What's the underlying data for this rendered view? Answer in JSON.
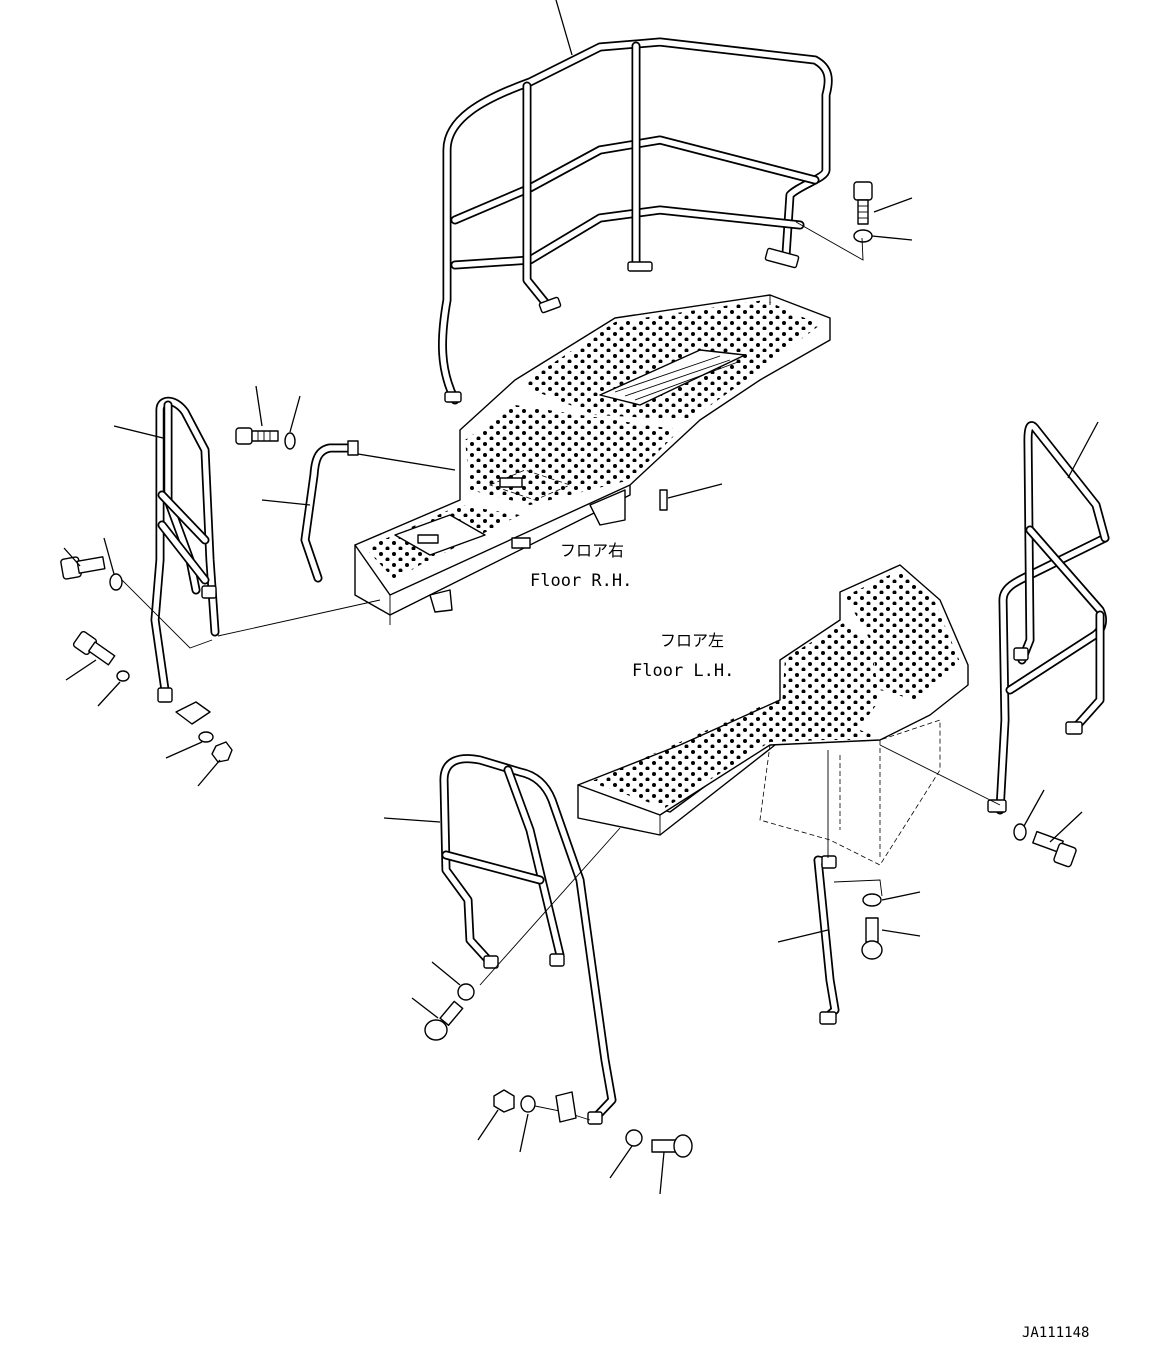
{
  "labels": {
    "floor_rh_jp": "フロア右",
    "floor_rh_en": "Floor R.H.",
    "floor_lh_jp": "フロア左",
    "floor_lh_en": "Floor L.H.",
    "figure_id": "JA111148"
  }
}
